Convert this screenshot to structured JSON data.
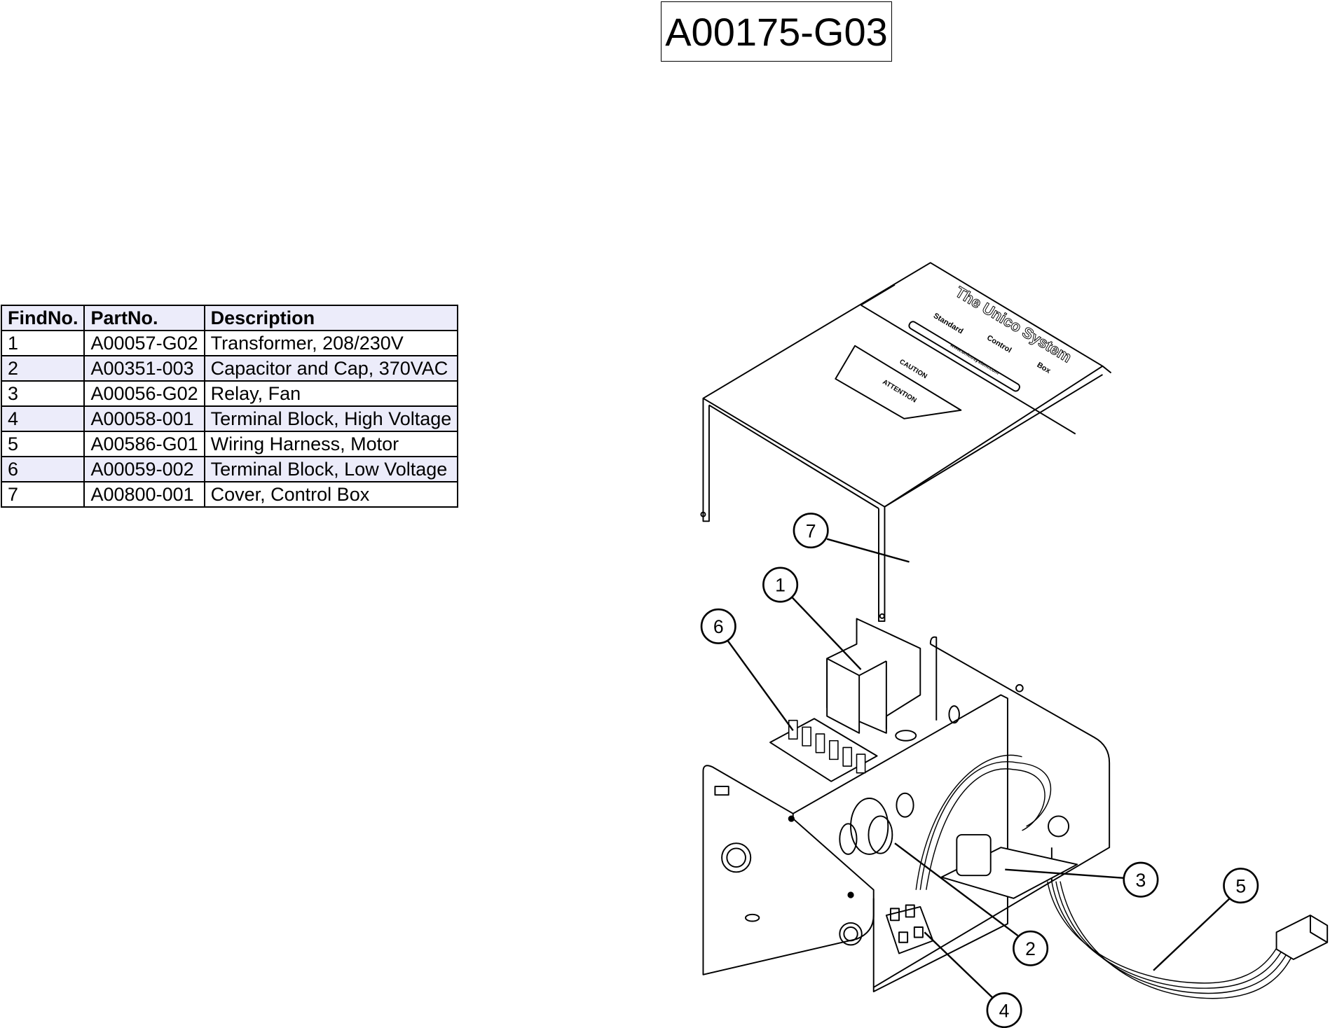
{
  "title": "A00175-G03",
  "table": {
    "headers": [
      "FindNo.",
      "PartNo.",
      "Description"
    ],
    "rows": [
      {
        "find": "1",
        "part": "A00057-G02",
        "desc": "Transformer, 208/230V"
      },
      {
        "find": "2",
        "part": "A00351-003",
        "desc": "Capacitor and Cap, 370VAC"
      },
      {
        "find": "3",
        "part": "A00056-G02",
        "desc": "Relay, Fan"
      },
      {
        "find": "4",
        "part": "A00058-001",
        "desc": "Terminal Block, High Voltage"
      },
      {
        "find": "5",
        "part": "A00586-G01",
        "desc": "Wiring Harness, Motor"
      },
      {
        "find": "6",
        "part": "A00059-002",
        "desc": "Terminal Block, Low Voltage"
      },
      {
        "find": "7",
        "part": "A00800-001",
        "desc": "Cover, Control Box"
      }
    ]
  },
  "cover_label": {
    "brand": "The Unico System",
    "tags": [
      "Standard",
      "Control",
      "Box"
    ],
    "website": "www.unicosystem.com",
    "caution": "CAUTION",
    "attention": "ATTENTION"
  },
  "callouts": [
    "7",
    "1",
    "6",
    "3",
    "5",
    "2",
    "4"
  ]
}
